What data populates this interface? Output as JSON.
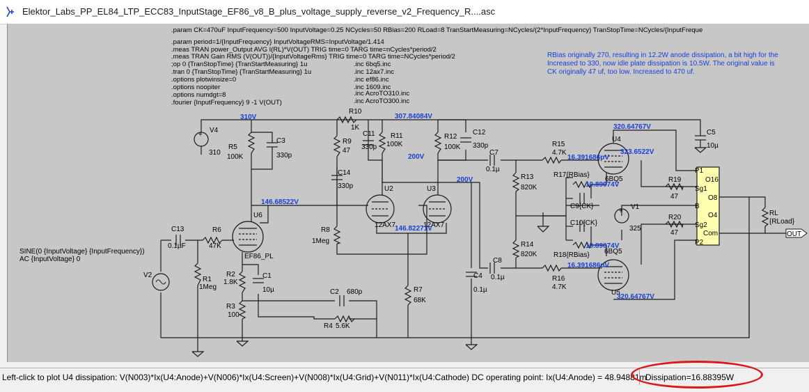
{
  "window": {
    "title": "Elektor_Labs_PP_EL84_LTP_ECC83_InputStage_EF86_v8_B_plus_voltage_supply_reverse_v2_Frequency_R....asc"
  },
  "directives": [
    ".param CK=470uF InputFrequency=500 InputVoltage=0.25 NCycles=50 RBias=200 RLoad=8 TranStartMeasuring=NCycles/(2*InputFrequency) TranStopTime=NCycles/{InputFreque",
    ".param period=1/{InputFrequency} InputVoltageRMS=InputVoltage/1.414",
    ".meas TRAN power_Output AVG I(RL)*V(OUT) TRIG time=0 TARG time=nCycles*period/2",
    ".meas TRAN Gain RMS (V(OUT))/{InputVoltageRms} TRIG time=0 TARG time=NCycles*period/2",
    ";op 0 {TranStopTime} {TranStartMeasuring} 1u",
    ".tran 0 {TranStopTime} {TranStartMeasuring} 1u",
    ".options plotwinsize=0",
    ".options noopiter",
    ".options numdgt=8",
    ".fourier {InputFrequency} 9 -1 V(OUT)"
  ],
  "includes": [
    ".inc 6bq5.inc",
    ".inc 12ax7.inc",
    ".inc ef86.inc",
    ".inc 1609.inc",
    ".inc AcroTO310.inc",
    ".inc AcroTO300.inc"
  ],
  "comments": [
    "RBias originally 270, resulting in 12.2W anode dissipation, a bit high for the",
    "Increased to 330, now idle plate dissipation is 10.5W. The original value is",
    "CK originally 47 uf, too low. Increased to 470 uf."
  ],
  "source": {
    "line1": "SINE(0 {InputVoltage} {InputFrequency})",
    "line2": "AC {InputVoltage} 0"
  },
  "net_voltages": {
    "n310": "310V",
    "n307": "307.84084V",
    "n200a": "200V",
    "n200b": "200V",
    "n146a": "146.68522V",
    "n146b": "146.82271V",
    "n320a": "320.64767V",
    "n320b": "320.64767V",
    "n323": "323.6522V",
    "n16a": "16.391686pV",
    "n16b": "16.391686pV",
    "n10a": "10.89074V",
    "n10b": "10.89074V"
  },
  "parts": {
    "V4": "V4",
    "V4v": "310",
    "R5": "R5",
    "R5v": "100K",
    "C3": "C3",
    "C3v": "330p",
    "R9": "R9",
    "R9v": "47",
    "R10": "R10",
    "R10v": "1K",
    "C11": "C11",
    "C11v": "330p",
    "R11": "R11",
    "R11v": "100K",
    "R12": "R12",
    "R12v": "100K",
    "C12": "C12",
    "C12v": "330p",
    "C14": "C14",
    "C14v": "330p",
    "C7": "C7",
    "C7v": "0.1µ",
    "R13": "R13",
    "R13v": "820K",
    "R14": "R14",
    "R14v": "820K",
    "C8": "C8",
    "C8v": "0.1µ",
    "C4": "C4",
    "C4v": "0.1µ",
    "R15": "R15",
    "R15v": "4.7K",
    "R16": "R16",
    "R16v": "4.7K",
    "R17": "R17{RBias}",
    "R18": "R18{RBias}",
    "C9": "C9{CK}",
    "C10": "C10{CK}",
    "V1": "V1",
    "V1v": "325",
    "C5": "C5",
    "C5v": "10µ",
    "R19": "R19",
    "R19v": "47",
    "R20": "R20",
    "R20v": "47",
    "U2": "U2",
    "U2v": "12AX7",
    "U3": "U3",
    "U3v": "12AX7",
    "U4": "U4",
    "U4v": "6BQ5",
    "U5": "U5",
    "U5v": "6BQ5",
    "U6": "U6",
    "U6v": "EF86_PL",
    "C13": "C13",
    "C13v": "0.1µF",
    "R6": "R6",
    "R6v": "47K",
    "R1": "R1",
    "R1v": "1Meg",
    "R8": "R8",
    "R8v": "1Meg",
    "R2": "R2",
    "R2v": "1.8K",
    "R3": "R3",
    "R3v": "100",
    "C1": "C1",
    "C1v": "10µ",
    "C2": "C2",
    "C2v": "680p",
    "R4": "R4",
    "R4v": "5.6K",
    "R7": "R7",
    "R7v": "68K",
    "V2": "V2",
    "RL": "RL",
    "RLv": "{RLoad}",
    "OUT": "OUT"
  },
  "transformer": {
    "pins": [
      "P1",
      "Sg1",
      "B",
      "Sg2",
      "P2"
    ],
    "right": [
      "O16",
      "O8",
      "O4",
      "Com"
    ]
  },
  "status": {
    "message": "Left-click to plot U4 dissipation: V(N003)*Ix(U4:Anode)+V(N006)*Ix(U4:Screen)+V(N008)*Ix(U4:Grid)+V(N011)*Ix(U4:Cathode)  DC operating point: Ix(U4:Anode) = 48.94881m",
    "dissipation": "Dissipation=16.88395W"
  },
  "colors": {
    "net_label": "#1a3fd8",
    "highlight_circle": "#d91a1a",
    "schematic_bg": "#c7c7c7",
    "transformer_fill": "#ffffb0"
  }
}
